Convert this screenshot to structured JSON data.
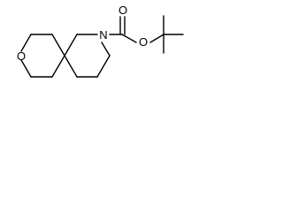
{
  "molecule": {
    "atoms": {
      "ring_oxygen": "O",
      "ring_nitrogen": "N",
      "ester_oxygen": "O",
      "carbonyl_oxygen": "O"
    }
  }
}
